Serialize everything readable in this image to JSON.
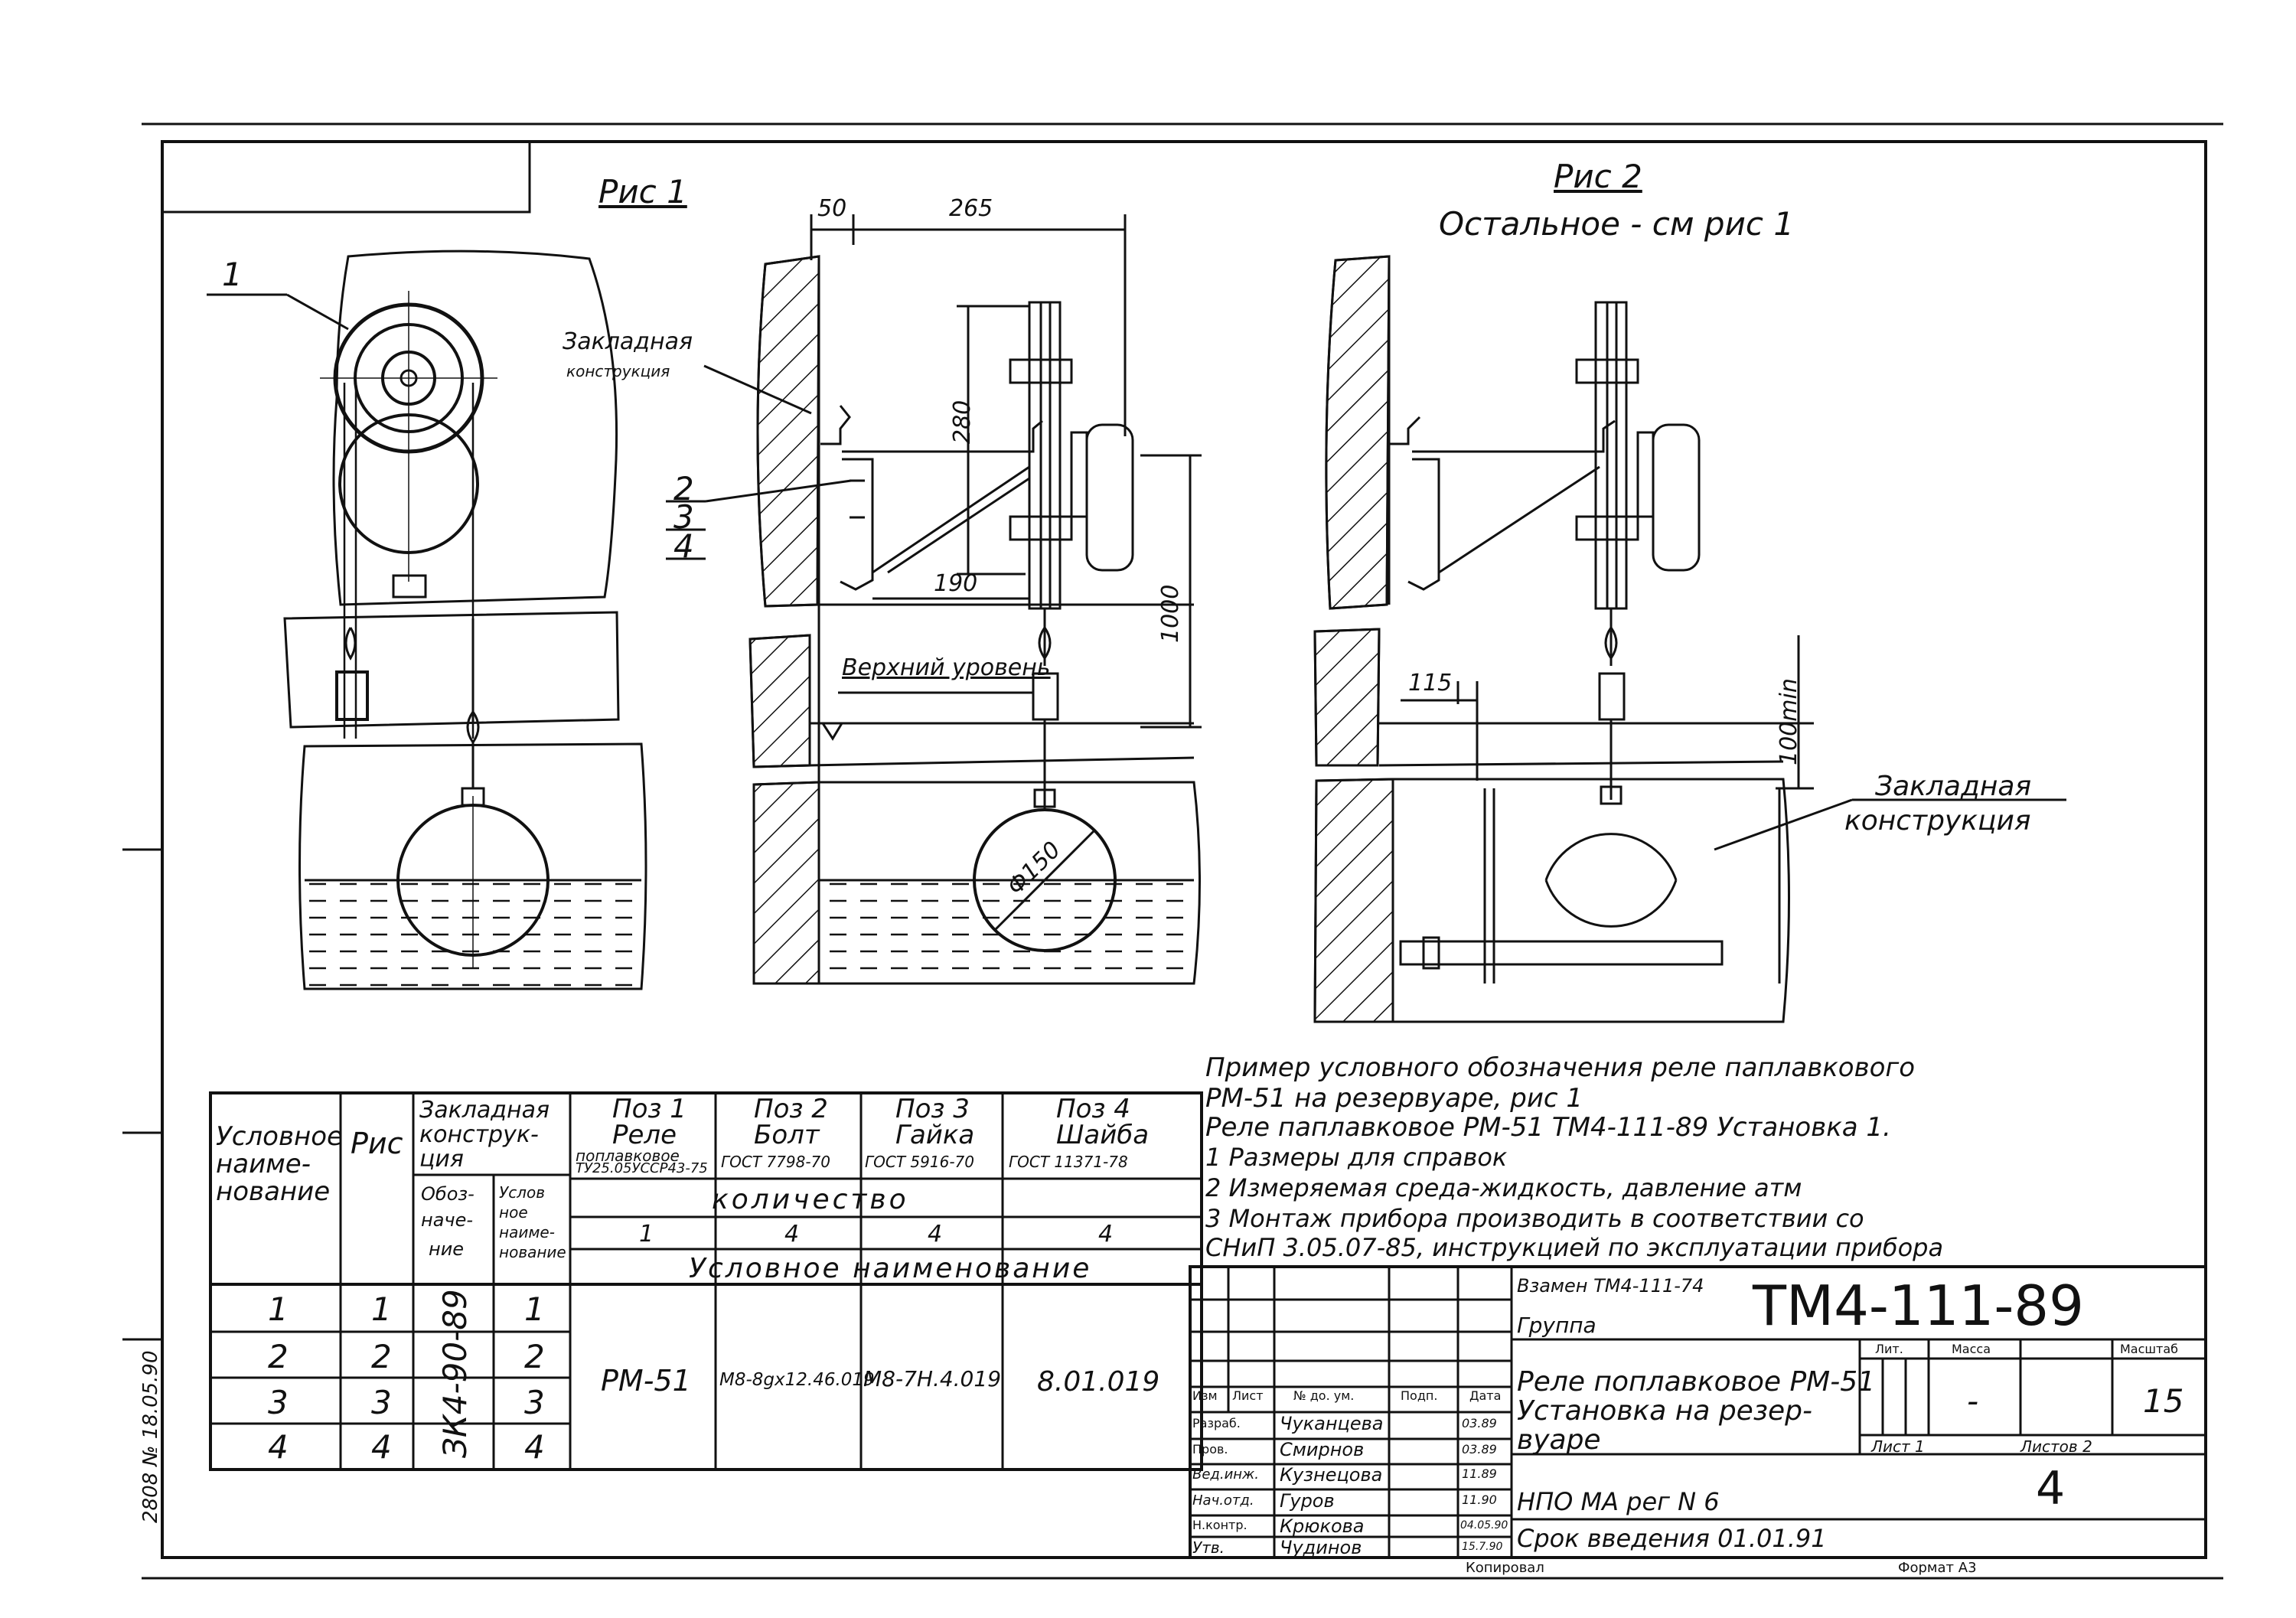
{
  "figures": {
    "fig1_title": "Рис 1",
    "fig2_title": "Рис 2",
    "fig2_subtitle": "Остальное - см рис 1",
    "leader_1": "1",
    "leaders_234": [
      "2",
      "3",
      "4"
    ],
    "embedded_label_line1": "Закладная",
    "embedded_label_line2": "конструкция",
    "embedded_label2_line1": "Закладная",
    "embedded_label2_line2": "конструкция",
    "upper_level": "Верхний уровень",
    "dims": {
      "d50": "50",
      "d265": "265",
      "d280": "280",
      "d190": "190",
      "d1000": "1000",
      "d150": "Ф150",
      "d115": "115",
      "d100min": "100min"
    }
  },
  "notes": {
    "lines": [
      "Пример условного обозначения реле паплавкового",
      "РМ-51 на резервуаре, рис 1",
      "Реле паплавковое РМ-51 ТМ4-111-89 Установка 1.",
      "1 Размеры для справок",
      "2 Измеряемая среда-жидкость, давление атм",
      "3 Монтаж прибора производить в соответствии со",
      "СНиП 3.05.07-85, инструкцией по эксплуатации прибора"
    ]
  },
  "spec_table": {
    "h_name": [
      "Условное",
      "наиме-",
      "нование"
    ],
    "h_fig": "Рис",
    "h_embedded": [
      "Закладная",
      "конструк-",
      "ция"
    ],
    "h_designation": [
      "Обоз-",
      "наче-",
      "ние"
    ],
    "h_cond_name": [
      "Услов",
      "ное",
      "наиме-",
      "нование"
    ],
    "positions": [
      {
        "pos": "Поз 1",
        "name": "Реле",
        "sub": "поплавковое",
        "std": "ТУ25.05УССР43-75"
      },
      {
        "pos": "Поз 2",
        "name": "Болт",
        "sub": "",
        "std": "ГОСТ 7798-70"
      },
      {
        "pos": "Поз 3",
        "name": "Гайка",
        "sub": "",
        "std": "ГОСТ 5916-70"
      },
      {
        "pos": "Поз 4",
        "name": "Шайба",
        "sub": "",
        "std": "ГОСТ 11371-78"
      }
    ],
    "quantity_label": "количество",
    "quantities": [
      "1",
      "4",
      "4",
      "4"
    ],
    "cond_name_label": "Условное наименование",
    "rows": [
      {
        "name": "1",
        "fig": "1",
        "cond": "1"
      },
      {
        "name": "2",
        "fig": "2",
        "cond": "2"
      },
      {
        "name": "3",
        "fig": "3",
        "cond": "3"
      },
      {
        "name": "4",
        "fig": "4",
        "cond": "4"
      }
    ],
    "designation_value": "ЗК4-90-89",
    "values": [
      "РМ-51",
      "М8-8gх12.46.019",
      "М8-7Н.4.019",
      "8.01.019"
    ]
  },
  "title_block": {
    "replaces": "Взамен ТМ4-111-74",
    "group": "Группа",
    "code": "ТМ4-111-89",
    "title_lines": [
      "Реле поплавковое РМ-51",
      "Установка на резер-",
      "вуаре"
    ],
    "org": "НПО МА рег N 6",
    "start": "Срок введения 01.01.91",
    "col_heads": [
      "Изм",
      "Лист",
      "№ до. ум.",
      "Подп.",
      "Дата"
    ],
    "staff": [
      {
        "role": "Разраб.",
        "name": "Чуканцева",
        "date": "03.89"
      },
      {
        "role": "Пров.",
        "name": "Смирнов",
        "date": "03.89"
      },
      {
        "role": "Вед.инж.",
        "name": "Кузнецова",
        "date": "11.89"
      },
      {
        "role": "Нач.отд.",
        "name": "Гуров",
        "date": "11.90"
      },
      {
        "role": "Н.контр.",
        "name": "Крюкова",
        "date": "04.05.90"
      },
      {
        "role": "Утв.",
        "name": "Чудинов",
        "date": "15.7.90"
      }
    ],
    "lit_label": "Лит.",
    "mass_label": "Масса",
    "scale_label": "Масштаб",
    "mass_value": "-",
    "scale_value": "15",
    "sheet_label": "Лист 1",
    "sheets_label": "Листов 2",
    "sheet_number": "4",
    "copied": "Копировал",
    "format": "Формат А3"
  },
  "margin_stamp": "2808 № 18.05.90"
}
